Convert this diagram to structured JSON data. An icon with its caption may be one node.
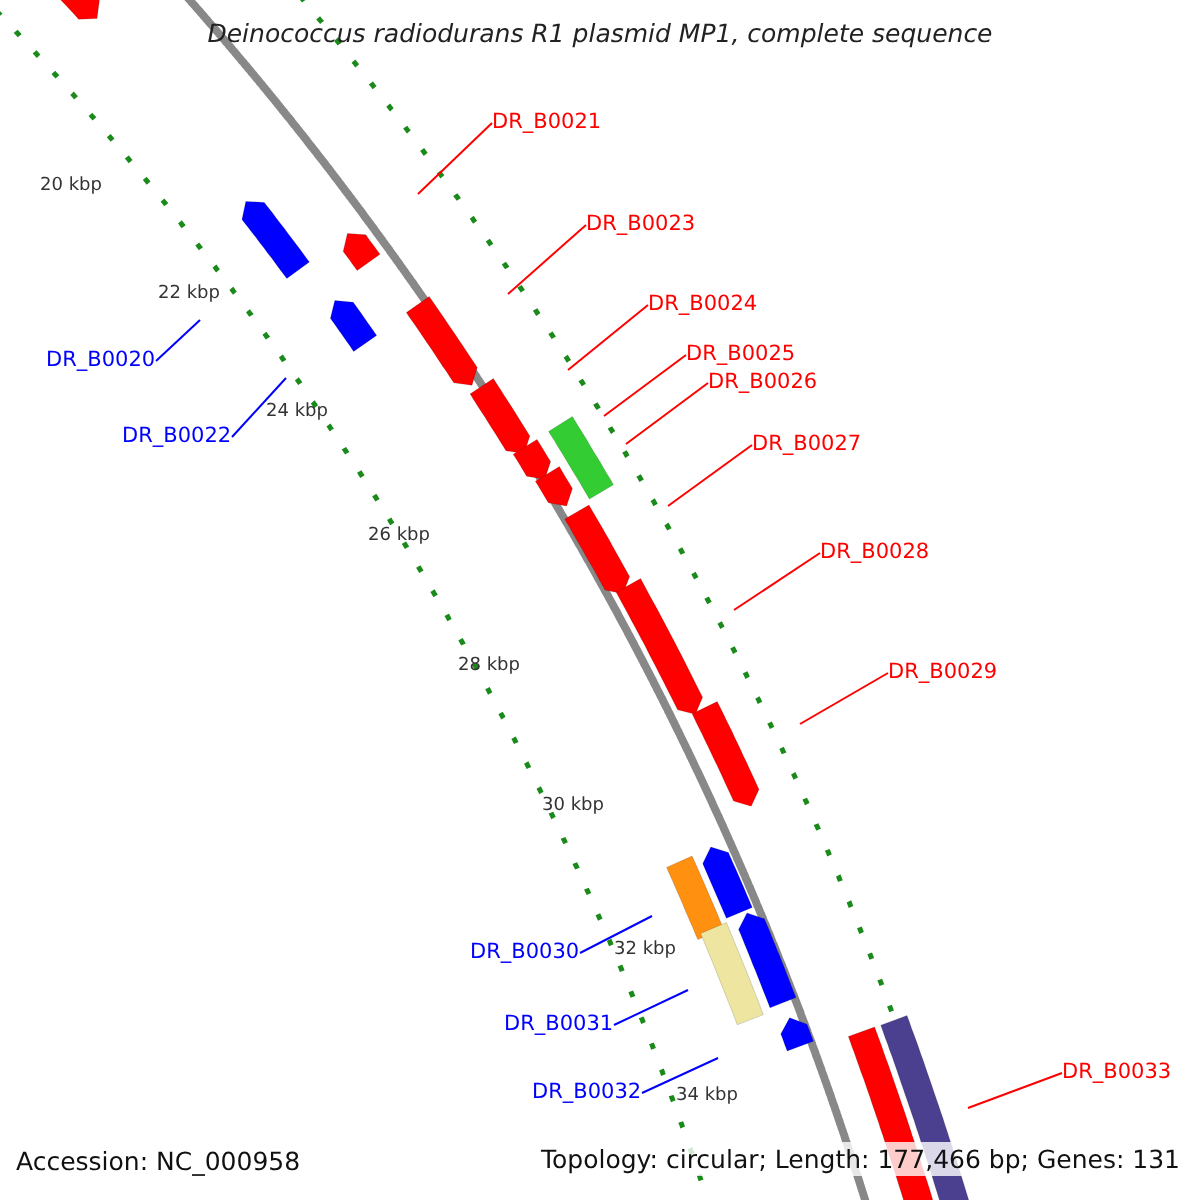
{
  "diagram": {
    "title": "Deinococcus radiodurans R1 plasmid MP1, complete sequence",
    "nodes": [
      {
        "text": [
          "DR_B0021"
        ]
      },
      {
        "text": [
          "DR_B0023"
        ]
      },
      {
        "text": [
          "DR_B0024"
        ]
      },
      {
        "text": [
          "DR_B0025"
        ]
      },
      {
        "text": [
          "DR_B0020"
        ]
      },
      {
        "text": [
          "DR_B0026"
        ]
      },
      {
        "text": [
          "DR_B0022"
        ]
      },
      {
        "text": [
          "DR_B0027"
        ]
      },
      {
        "text": [
          "DR_B0028"
        ]
      },
      {
        "text": [
          "DR_B0029"
        ]
      },
      {
        "text": [
          "DR_B0030"
        ]
      },
      {
        "text": [
          "DR_B0031"
        ]
      },
      {
        "text": [
          "DR_B0033"
        ]
      },
      {
        "text": [
          "DR_B0032"
        ]
      }
    ],
    "edges": [
      {
        "from": 0,
        "to": null,
        "arrow": "none"
      },
      {
        "from": 1,
        "to": null,
        "arrow": "none"
      },
      {
        "from": 2,
        "to": null,
        "arrow": "none"
      },
      {
        "from": 3,
        "to": null,
        "arrow": "none"
      },
      {
        "from": 4,
        "to": null,
        "arrow": "none",
        "color": "#0000ff"
      },
      {
        "from": 5,
        "to": null,
        "arrow": "none"
      },
      {
        "from": 6,
        "to": null,
        "arrow": "none",
        "color": "#0000ff"
      },
      {
        "from": 7,
        "to": null,
        "arrow": "none"
      },
      {
        "from": 8,
        "to": null,
        "arrow": "none"
      },
      {
        "from": 9,
        "to": null,
        "arrow": "none"
      },
      {
        "from": 10,
        "to": null,
        "arrow": "none",
        "color": "#0000ff"
      },
      {
        "from": 11,
        "to": null,
        "arrow": "none",
        "color": "#0000ff"
      },
      {
        "from": 12,
        "to": null,
        "arrow": "none"
      },
      {
        "from": 13,
        "to": null,
        "arrow": "none",
        "color": "#0000ff"
      }
    ],
    "labels": [
      "20 kbp",
      "22 kbp",
      "24 kbp",
      "26 kbp",
      "28 kbp",
      "30 kbp",
      "32 kbp",
      "34 kbp",
      "Accession: NC_000958",
      "Topology: circular; Length: 177,466 bp; Genes: 131"
    ]
  }
}
